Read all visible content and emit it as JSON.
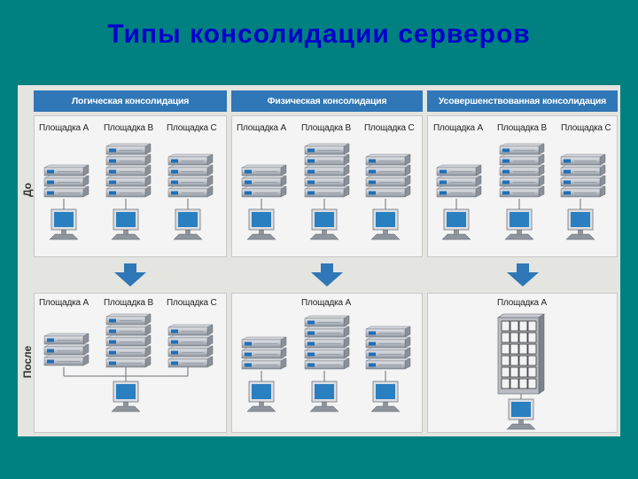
{
  "title": "Типы  консолидации  серверов",
  "rows": {
    "before": "До",
    "after": "После"
  },
  "columns": [
    {
      "header": "Логическая консолидация"
    },
    {
      "header": "Физическая консолидация"
    },
    {
      "header": "Усовершенствованная консолидация"
    }
  ],
  "sites": {
    "a": "Площадка A",
    "b": "Площадка B",
    "c": "Площадка C"
  },
  "colors": {
    "background": "#008080",
    "title": "#0000cc",
    "header": "#2f77b6",
    "arrow": "#2f77b6",
    "monitor": "#2a7fc0"
  }
}
